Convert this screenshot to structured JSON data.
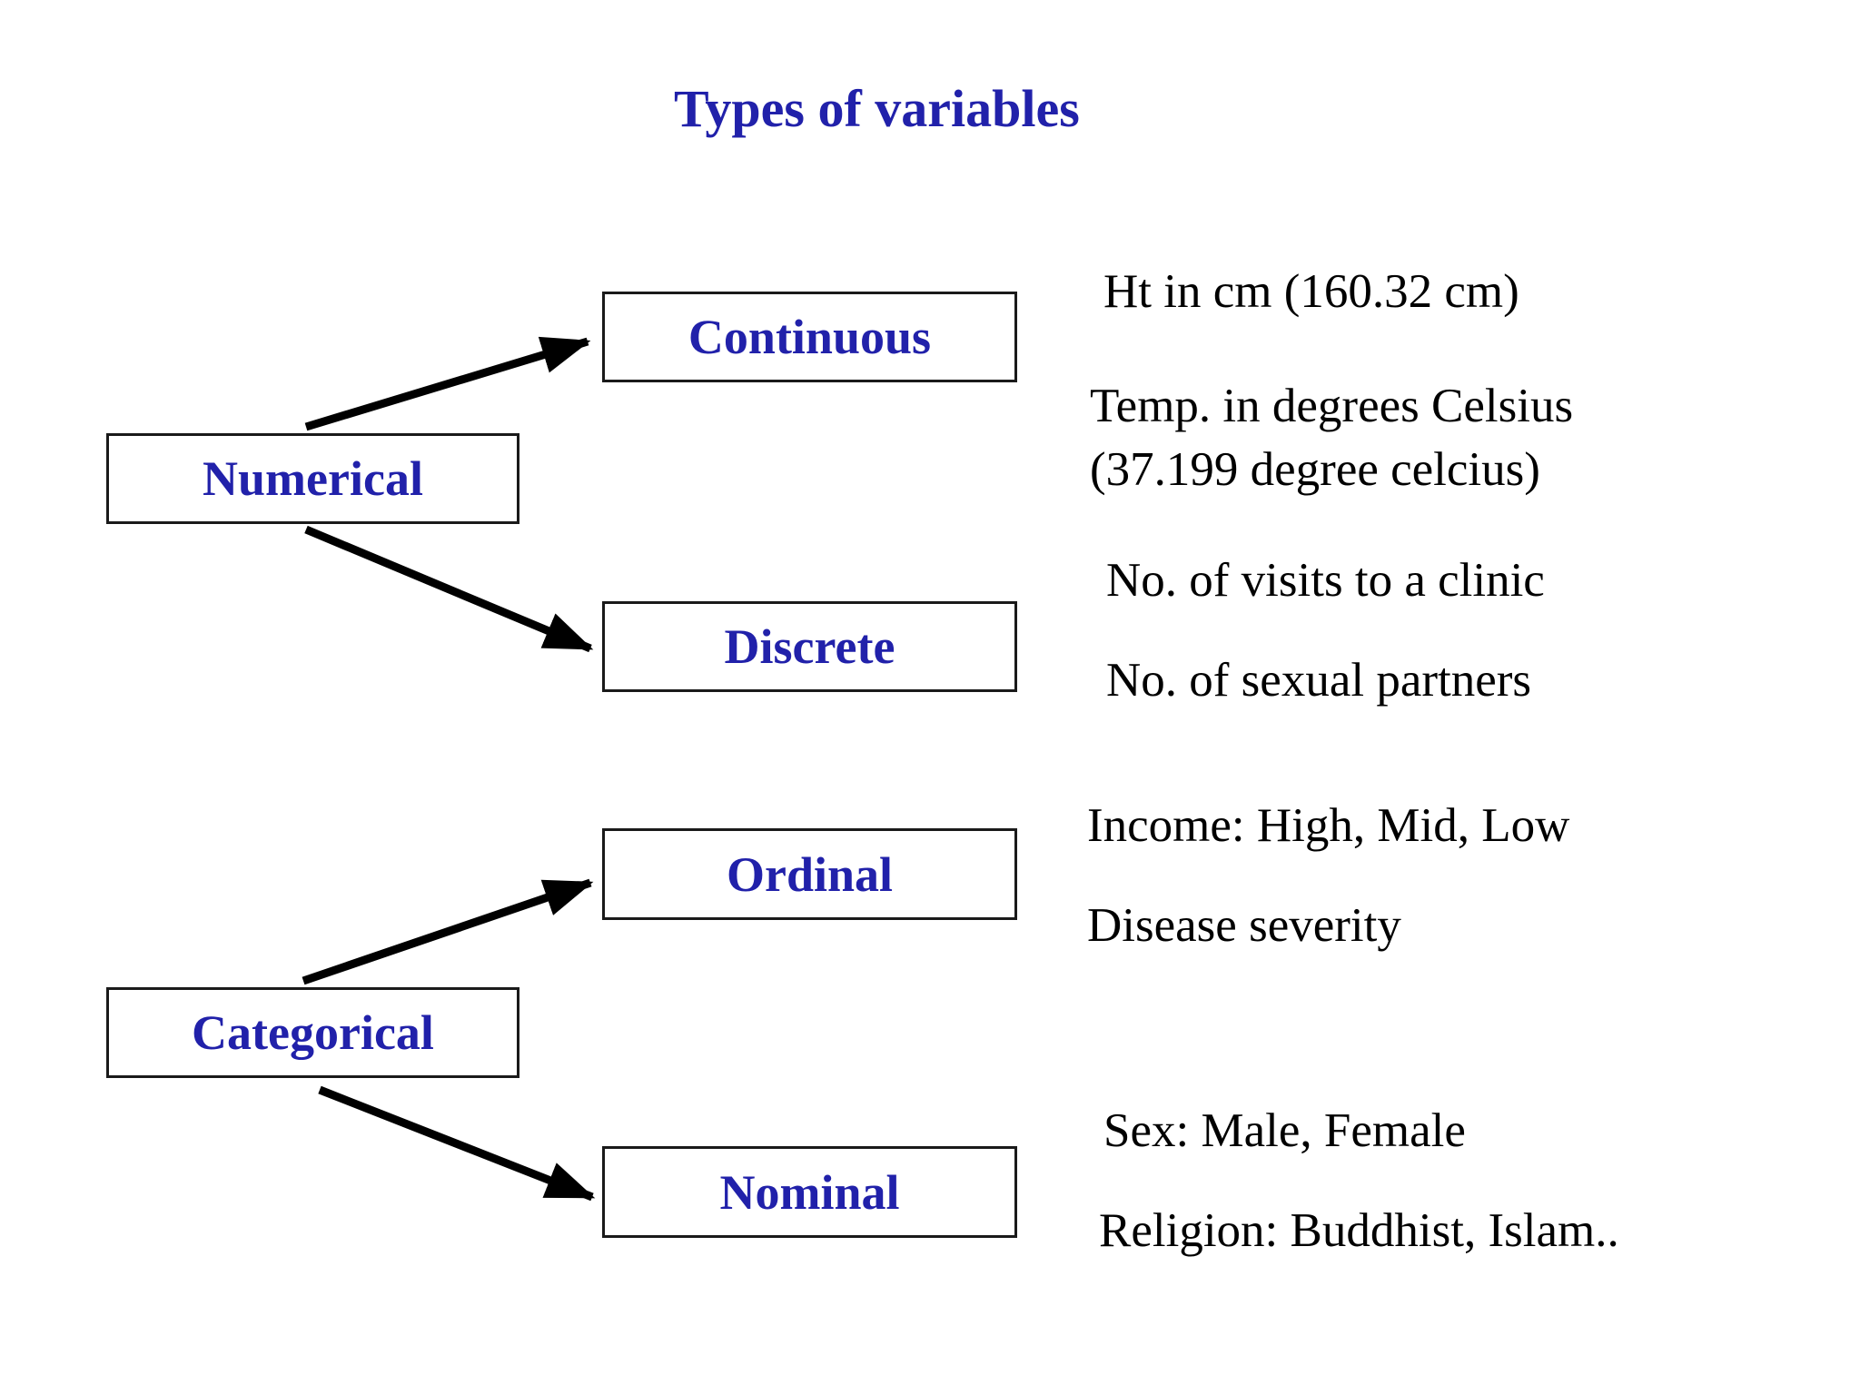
{
  "title": "Types of variables",
  "palette": {
    "heading_blue": "#2121AA",
    "body_text_black": "#000000",
    "box_border_black": "#1A1A1A",
    "arrow_black": "#000000",
    "background_white": "#FFFFFF"
  },
  "nodes": {
    "numerical": {
      "label": "Numerical"
    },
    "categorical": {
      "label": "Categorical"
    },
    "continuous": {
      "label": "Continuous"
    },
    "discrete": {
      "label": "Discrete"
    },
    "ordinal": {
      "label": "Ordinal"
    },
    "nominal": {
      "label": "Nominal"
    }
  },
  "examples": {
    "continuous": [
      "Ht in cm (160.32 cm)",
      "Temp. in degrees Celsius",
      "(37.199 degree celcius)"
    ],
    "discrete": [
      "No. of visits to a clinic",
      "No. of sexual partners"
    ],
    "ordinal": [
      "Income: High, Mid, Low",
      "Disease severity"
    ],
    "nominal": [
      "Sex: Male, Female",
      "Religion: Buddhist, Islam.."
    ]
  }
}
